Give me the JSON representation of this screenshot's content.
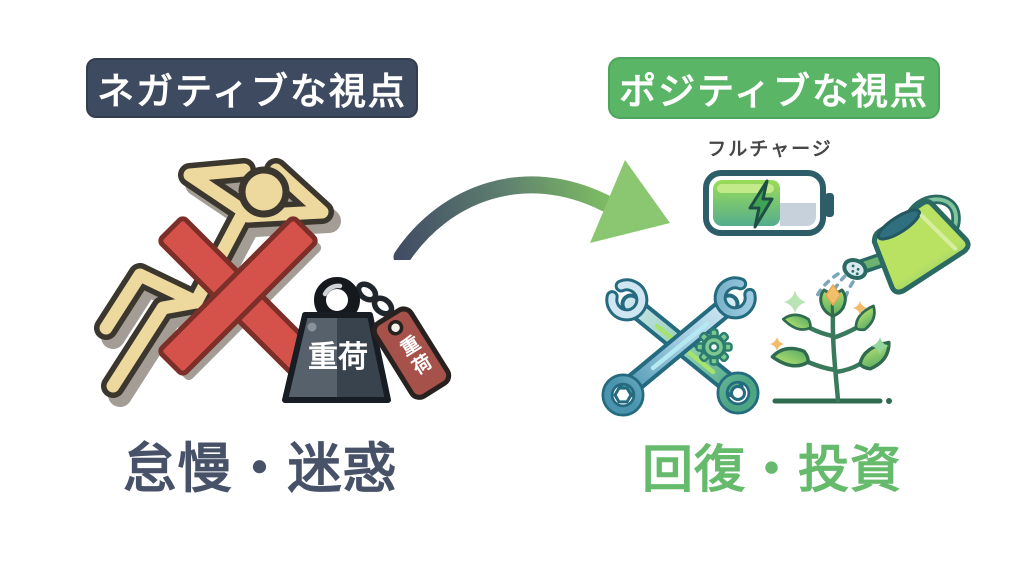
{
  "left_panel": {
    "header_label": "ネガティブな視点",
    "caption": "怠慢・迷惑",
    "weight_text": "重荷",
    "tag_text": "重荷"
  },
  "right_panel": {
    "header_label": "ポジティブな視点",
    "battery_label": "フルチャージ",
    "caption": "回復・投資"
  },
  "colors": {
    "negative_badge_bg": "#3e4a5f",
    "negative_caption": "#475269",
    "positive_badge_bg": "#5bb566",
    "positive_caption": "#66ba6b",
    "battery_label_color": "#474747",
    "cross_red": "#d4524a",
    "body_beige": "#edd89e",
    "weight_dark": "#39434d",
    "tag_red": "#a6514a",
    "arrow_start": "#414d64",
    "arrow_end": "#7cbb63",
    "battery_green": "#55ad8c",
    "bolt_green": "#3ea454",
    "wrench_blue": "#8fc3da",
    "gear_green": "#7ec98f",
    "can_green": "#48a182",
    "leaf_green": "#61b065",
    "sparkle_orange": "#f2bd6b"
  },
  "icons": {
    "lazy_person": "lazy-person-icon",
    "cross": "cross-icon",
    "weight": "weight-icon",
    "chain": "chain-icon",
    "tag": "tag-icon",
    "arrow": "arrow-right-icon",
    "battery": "battery-full-icon",
    "lightning": "lightning-icon",
    "wrenches": "crossed-wrenches-icon",
    "gear": "gear-icon",
    "watering_can": "watering-can-icon",
    "water_drops": "water-drops-icon",
    "plant": "plant-icon",
    "sparkles": "sparkle-icon",
    "ground": "ground-line"
  }
}
